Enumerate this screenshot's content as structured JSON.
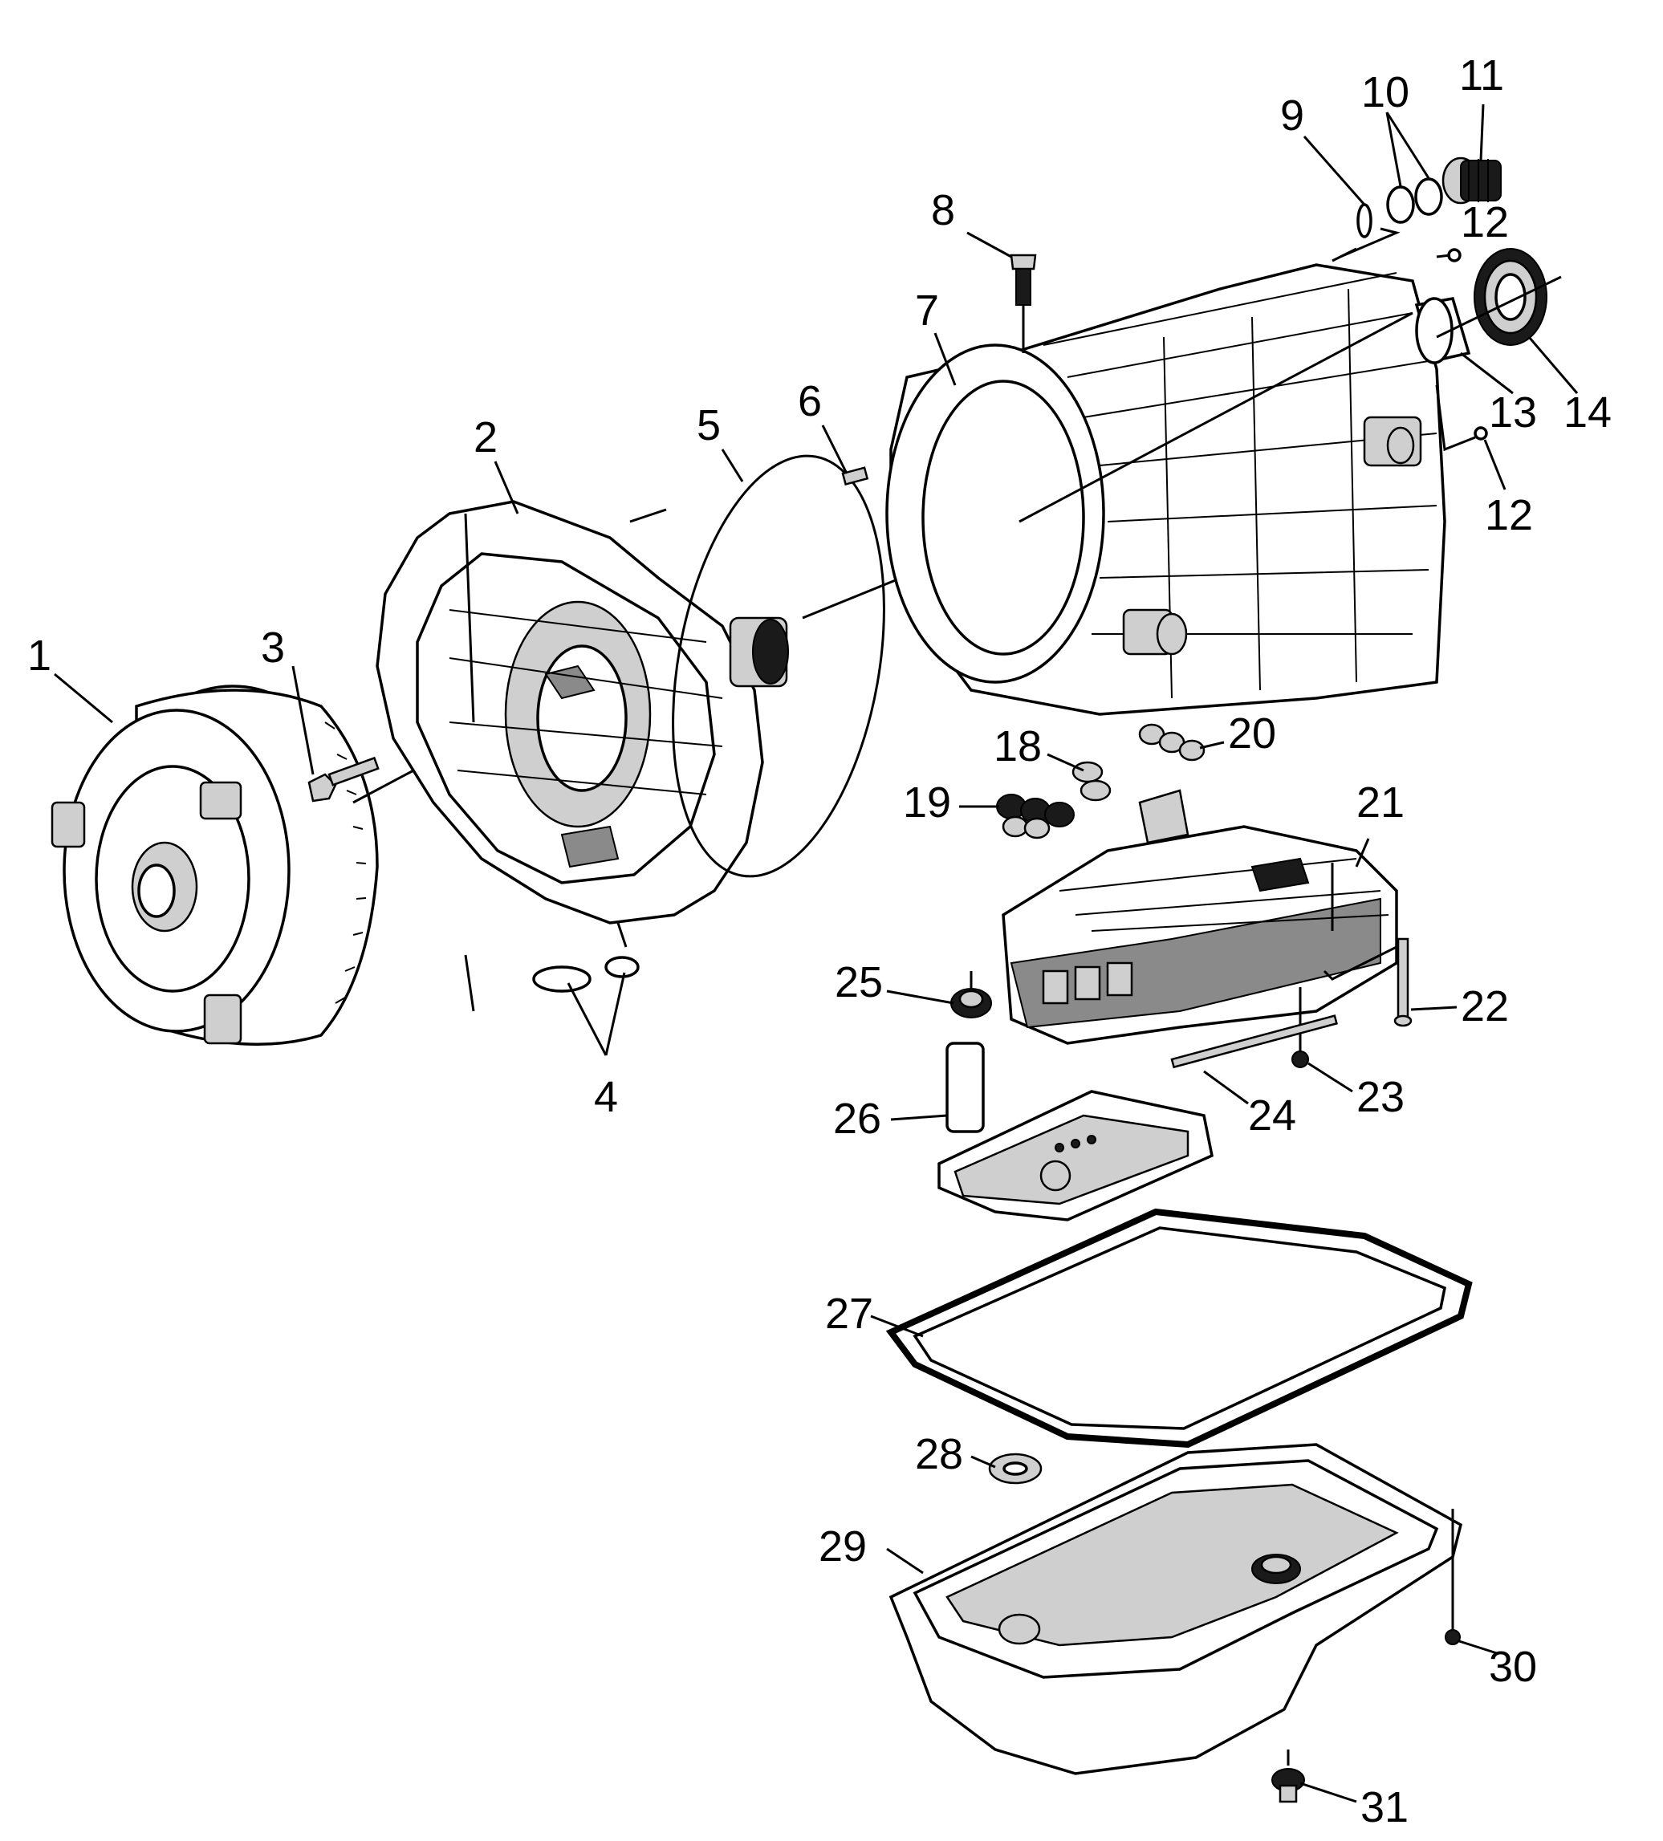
{
  "callouts": {
    "c1": "1",
    "c2": "2",
    "c3": "3",
    "c4": "4",
    "c5": "5",
    "c6": "6",
    "c7": "7",
    "c8": "8",
    "c9": "9",
    "c10": "10",
    "c11": "11",
    "c12a": "12",
    "c12b": "12",
    "c13": "13",
    "c14": "14",
    "c18": "18",
    "c19": "19",
    "c20": "20",
    "c21": "21",
    "c22": "22",
    "c23": "23",
    "c24": "24",
    "c25": "25",
    "c26": "26",
    "c27": "27",
    "c28": "28",
    "c29": "29",
    "c30": "30",
    "c31": "31"
  },
  "icons": {
    "torque_converter": "torque-converter-icon",
    "converter_housing": "converter-housing-icon",
    "transmission_case": "transmission-case-icon",
    "control_valve_body": "control-valve-body-icon",
    "oil_filter": "oil-filter-icon",
    "pan_gasket": "pan-gasket-icon",
    "oil_pan": "oil-pan-icon"
  }
}
